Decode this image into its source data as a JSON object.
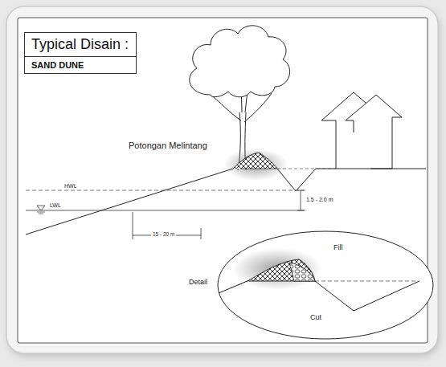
{
  "diagram": {
    "nodes": [
      {
        "text": [
          "Typical Disain :",
          "SAND DUNE"
        ]
      },
      {
        "text": [
          "Detail",
          "Fill",
          "Cut"
        ]
      }
    ],
    "labels": [
      "Potongan Melintang",
      "HWL",
      "LWL",
      "1.5 - 2.0 m",
      "15 - 20 m"
    ]
  }
}
